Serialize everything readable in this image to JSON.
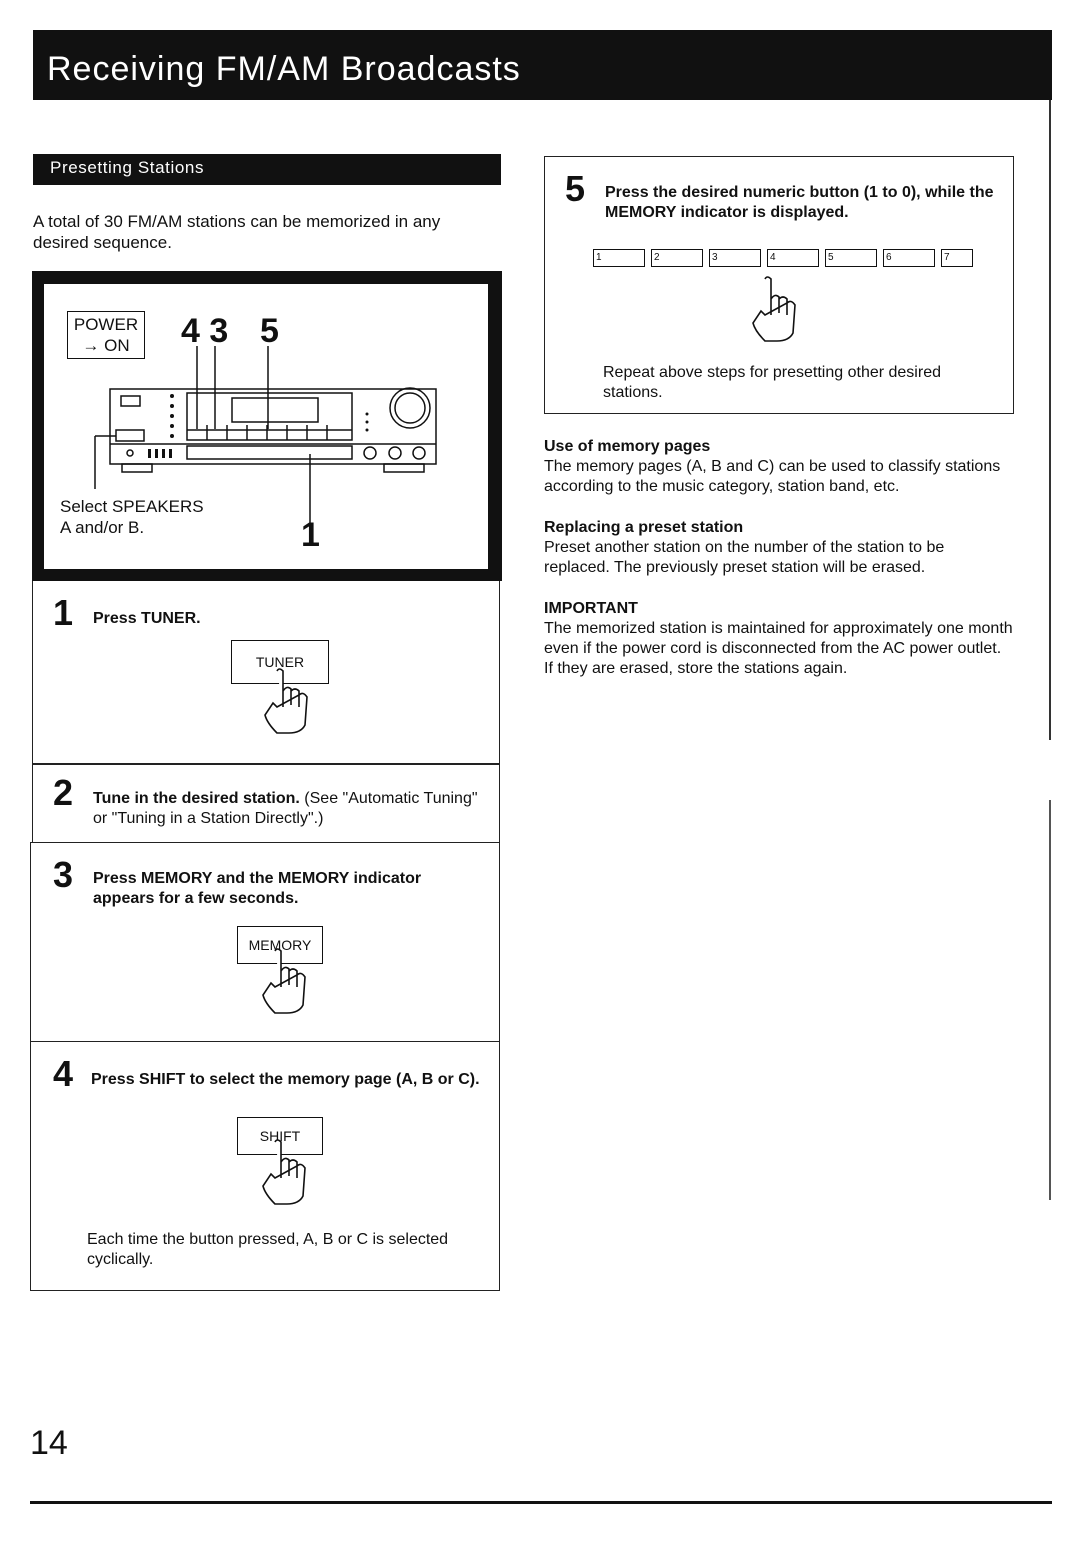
{
  "header": {
    "title": "Receiving FM/AM Broadcasts"
  },
  "section": {
    "title": "Presetting Stations",
    "intro": "A total of 30 FM/AM stations can be memorized in any desired sequence."
  },
  "diagram": {
    "power_label_1": "POWER",
    "power_label_2": "→ ON",
    "callout_43": "4 3",
    "callout_5": "5",
    "callout_1": "1",
    "speakers_line1": "Select SPEAKERS",
    "speakers_line2": "A and/or B."
  },
  "steps": [
    {
      "num": "1",
      "text": "Press TUNER.",
      "button": "TUNER"
    },
    {
      "num": "2",
      "text_bold": "Tune in the desired station.",
      "text_normal": " (See \"Automatic Tuning\" or \"Tuning in a Station Directly\".)"
    },
    {
      "num": "3",
      "text": "Press MEMORY and the MEMORY indicator appears for a few seconds.",
      "button": "MEMORY"
    },
    {
      "num": "4",
      "text": "Press SHIFT to select the memory page (A, B or C).",
      "button": "SHIFT",
      "note": "Each time the button pressed, A, B or C is selected cyclically."
    },
    {
      "num": "5",
      "text": "Press the desired numeric button (1 to 0), while the MEMORY indicator is displayed.",
      "note": "Repeat above steps for presetting other desired stations.",
      "keys": [
        "1",
        "2",
        "3",
        "4",
        "5",
        "6",
        "7"
      ]
    }
  ],
  "info": [
    {
      "heading": "Use of memory pages",
      "body": "The memory pages (A, B and C) can be used to classify stations according to the music category, station band, etc."
    },
    {
      "heading": "Replacing a preset station",
      "body": "Preset another station on the number of the station to be replaced. The previously preset station will be erased."
    },
    {
      "heading": "IMPORTANT",
      "body": "The memorized station is maintained for approximately one month even if the power cord is disconnected from the AC power outlet. If they are erased, store the stations again."
    }
  ],
  "page_number": "14"
}
